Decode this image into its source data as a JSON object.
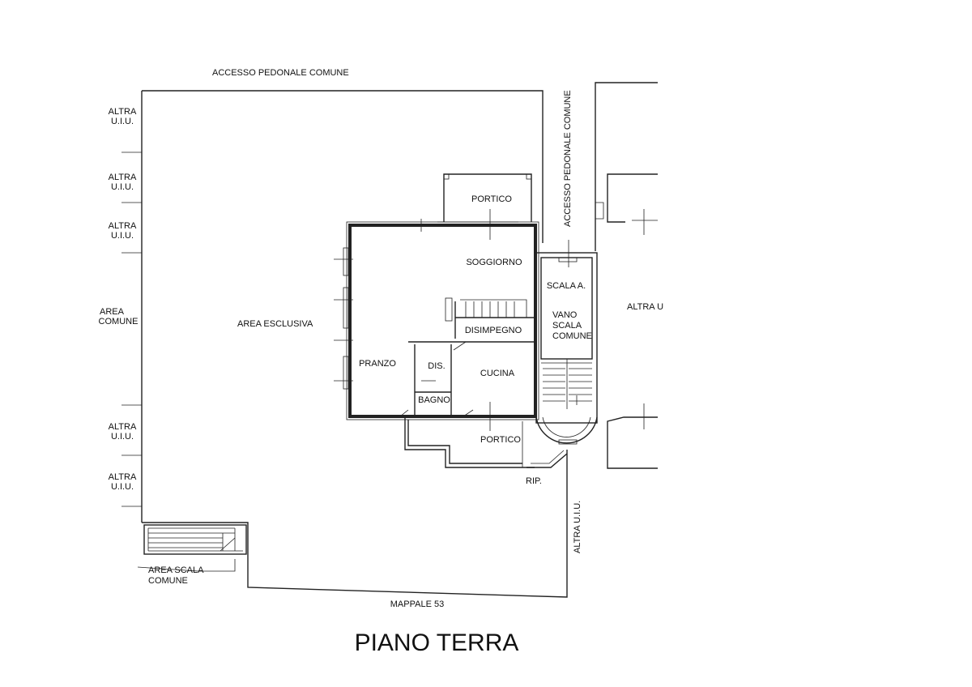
{
  "plan": {
    "title": "PIANO TERRA",
    "labels": {
      "accesso_top": "ACCESSO PEDONALE COMUNE",
      "accesso_vertical": "ACCESSO PEDONALE COMUNE",
      "altra_1a": "ALTRA",
      "altra_1b": "U.I.U.",
      "altra_2a": "ALTRA",
      "altra_2b": "U.I.U.",
      "altra_3a": "ALTRA",
      "altra_3b": "U.I.U.",
      "area_comune_a": "AREA",
      "area_comune_b": "COMUNE",
      "altra_4a": "ALTRA",
      "altra_4b": "U.I.U.",
      "altra_5a": "ALTRA",
      "altra_5b": "U.I.U.",
      "area_esclusiva": "AREA ESCLUSIVA",
      "portico_top": "PORTICO",
      "soggiorno": "SOGGIORNO",
      "disimpegno": "DISIMPEGNO",
      "pranzo": "PRANZO",
      "dis": "DIS.",
      "bagno": "BAGNO",
      "cucina": "CUCINA",
      "portico_bottom": "PORTICO",
      "rip": "RIP.",
      "scala_a": "SCALA A.",
      "vano_a": "VANO",
      "vano_b": "SCALA",
      "vano_c": "COMUNE",
      "altra_right": "ALTRA U",
      "altra_uiu_vertical": "ALTRA U.I.U.",
      "area_scala_a": "AREA SCALA",
      "area_scala_b": "COMUNE",
      "mappale": "MAPPALE 53"
    }
  }
}
